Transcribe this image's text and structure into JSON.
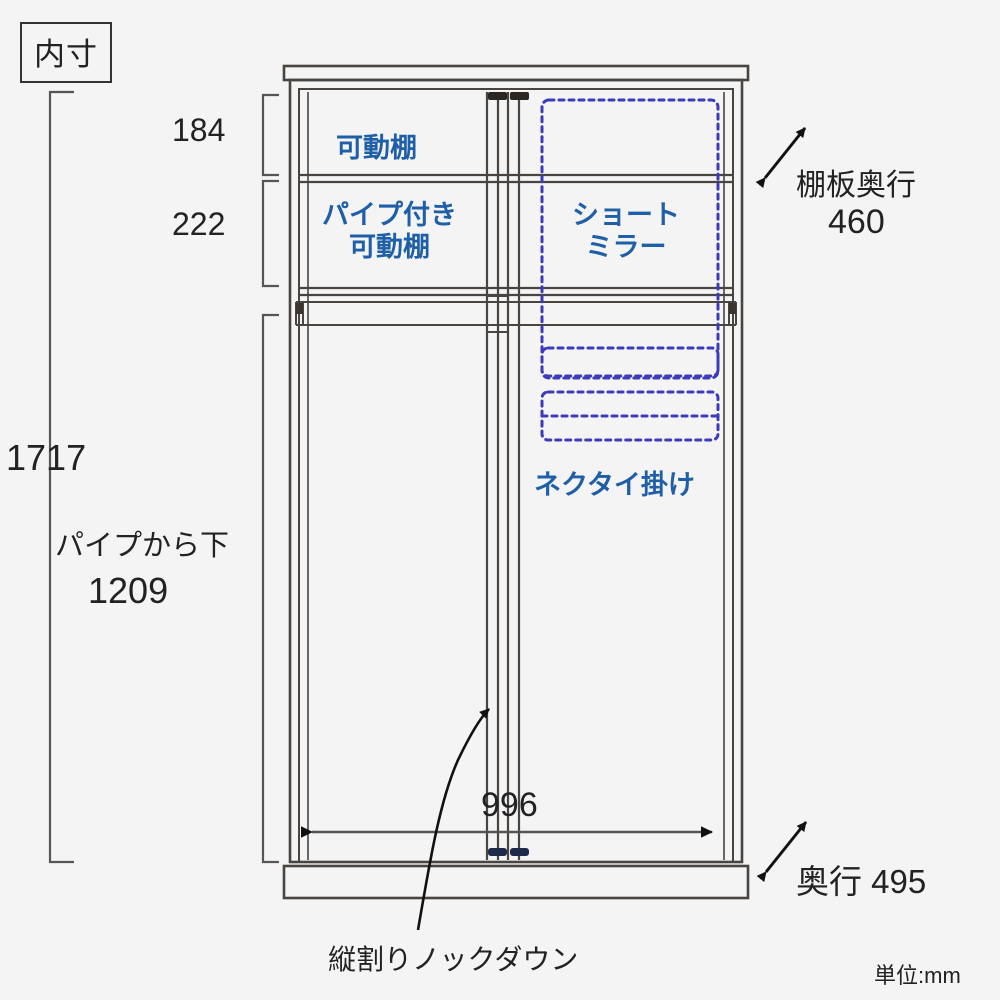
{
  "badge": {
    "label": "内寸"
  },
  "units": {
    "label": "単位:mm"
  },
  "dimensions": {
    "shelf_184": "184",
    "shelf_222": "222",
    "total_height": "1717",
    "pipe_below_label": "パイプから下",
    "pipe_below_value": "1209",
    "inner_width": "996",
    "shelf_depth_label": "棚板奥行",
    "shelf_depth_value": "460",
    "depth_label": "奥行 495"
  },
  "interior_labels": {
    "movable_shelf": "可動棚",
    "pipe_shelf_line1": "パイプ付き",
    "pipe_shelf_line2": "可動棚",
    "short_mirror_line1": "ショート",
    "short_mirror_line2": "ミラー",
    "tie_hanger": "ネクタイ掛け"
  },
  "annotations": {
    "knockdown": "縦割りノックダウン"
  },
  "colors": {
    "accent_blue": "#1f5fa8",
    "dash_blue": "#3b3bbb",
    "line_dark": "#4a4440",
    "background": "#f4f4f4"
  }
}
